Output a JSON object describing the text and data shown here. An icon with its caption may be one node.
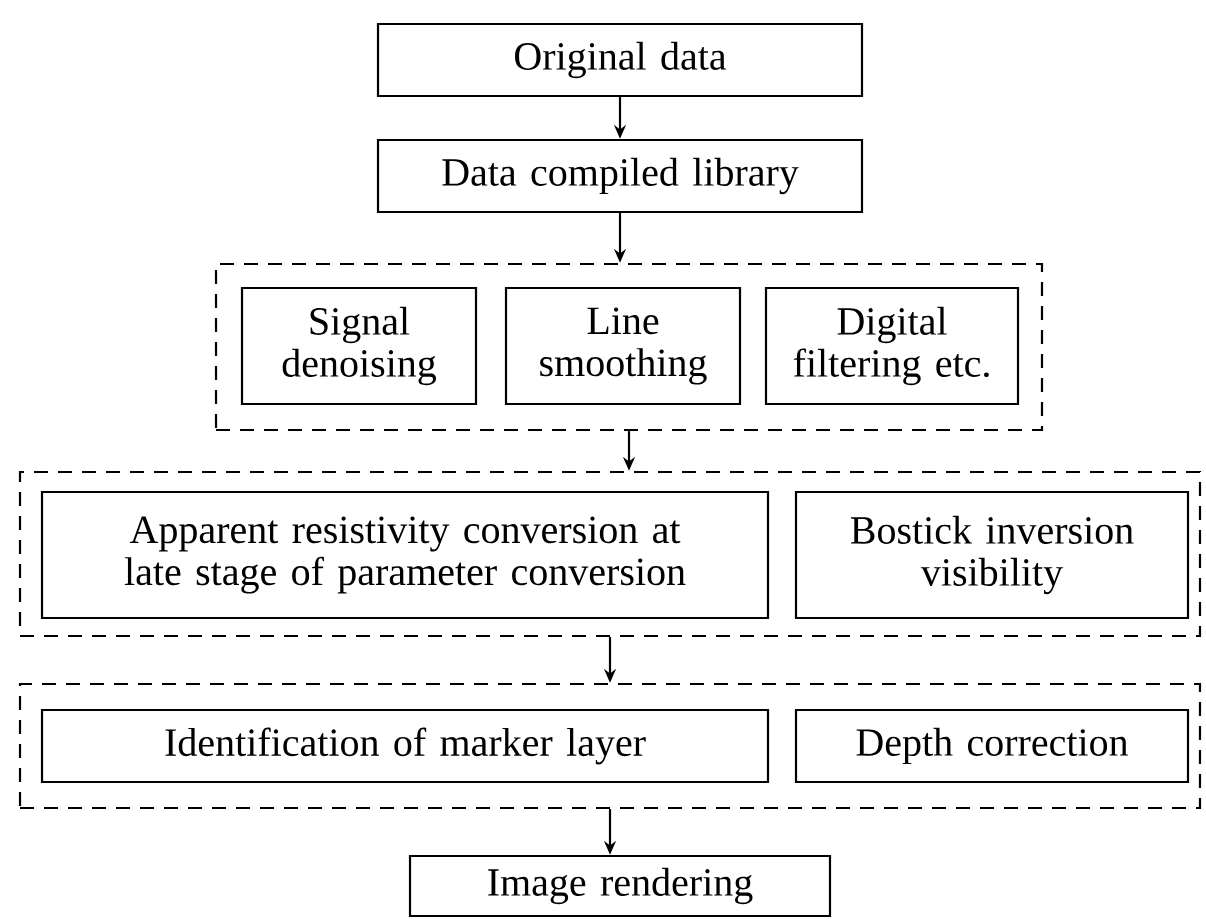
{
  "diagram": {
    "nodes": [
      {
        "text": [
          "Original data"
        ]
      },
      {
        "text": [
          "Data compiled library"
        ]
      },
      {
        "text": [],
        "shape": "box"
      },
      {
        "text": [
          "Signal denoising"
        ],
        "in": 2
      },
      {
        "text": [
          "Line smoothing"
        ],
        "in": 2
      },
      {
        "text": [
          "Digital filtering etc."
        ],
        "in": 2
      },
      {
        "text": [],
        "shape": "box"
      },
      {
        "text": [
          "Apparent resistivity conversion at late stage of parameter conversion"
        ],
        "in": 6
      },
      {
        "text": [
          "Bostick inversion visibility"
        ],
        "in": 6
      },
      {
        "text": [],
        "shape": "box"
      },
      {
        "text": [
          "Identification of marker layer"
        ],
        "in": 9
      },
      {
        "text": [
          "Depth correction"
        ],
        "in": 9
      },
      {
        "text": [
          "Image rendering"
        ]
      }
    ],
    "edges": [
      {
        "from": 0,
        "to": 1,
        "arrow": "to"
      },
      {
        "from": 1,
        "to": 2,
        "arrow": "to"
      },
      {
        "from": 2,
        "to": 6,
        "arrow": "to"
      },
      {
        "from": 6,
        "to": 9,
        "arrow": "to"
      },
      {
        "from": 9,
        "to": 12,
        "arrow": "to"
      }
    ]
  }
}
